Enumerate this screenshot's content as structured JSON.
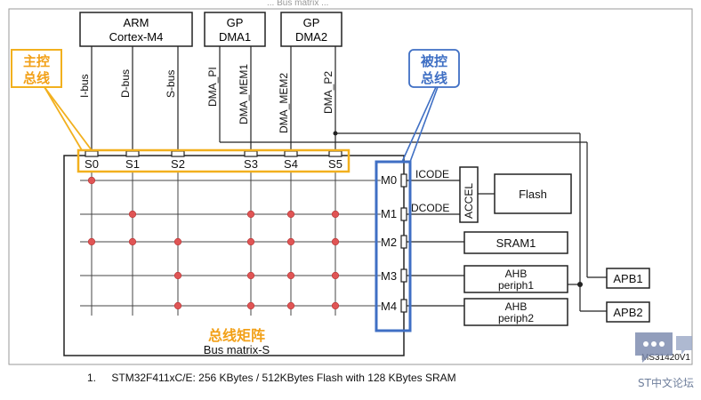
{
  "header_partial": "... Bus matrix ... ",
  "masters": {
    "arm": {
      "line1": "ARM",
      "line2": "Cortex-M4"
    },
    "dma1": {
      "line1": "GP",
      "line2": "DMA1"
    },
    "dma2": {
      "line1": "GP",
      "line2": "DMA2"
    }
  },
  "master_buses": [
    "I-bus",
    "D-bus",
    "S-bus",
    "DMA_PI",
    "DMA_MEM1",
    "DMA_MEM2",
    "DMA_P2"
  ],
  "master_ports": [
    "S0",
    "S1",
    "S2",
    "S3",
    "S4",
    "S5"
  ],
  "slave_ports": [
    "M0",
    "M1",
    "M2",
    "M3",
    "M4"
  ],
  "callout_master": {
    "line1": "主控",
    "line2": "总线"
  },
  "callout_slave": {
    "line1": "被控",
    "line2": "总线"
  },
  "signals": {
    "icode": "ICODE",
    "dcode": "DCODE",
    "accel": "ACCEL"
  },
  "slaves": {
    "flash": "Flash",
    "sram1": "SRAM1",
    "ahb1": {
      "line1": "AHB",
      "line2": "periph1"
    },
    "ahb2": {
      "line1": "AHB",
      "line2": "periph2"
    },
    "apb1": "APB1",
    "apb2": "APB2"
  },
  "matrix_title_cn": "总线矩阵",
  "matrix_title": "Bus matrix-S",
  "figure_code": "MS31420V1",
  "footnote": {
    "number": "1.",
    "text": "STM32F411xC/E: 256 KBytes / 512KBytes Flash with 128 KBytes SRAM"
  },
  "watermark": "ST中文论坛",
  "connections": {
    "M0": [
      "S0"
    ],
    "M1": [
      "S1",
      "S3",
      "S4",
      "S5"
    ],
    "M2": [
      "S0",
      "S1",
      "S2",
      "S3",
      "S4",
      "S5"
    ],
    "M3": [
      "S2",
      "S3",
      "S4",
      "S5"
    ],
    "M4": [
      "S2",
      "S3",
      "S4",
      "S5"
    ]
  },
  "colors": {
    "line": "#222222",
    "dot": "#e05555",
    "master_highlight": "#f2b01e",
    "slave_highlight": "#3f6fc4",
    "callout_master_text": "#f2a017",
    "callout_slave_text": "#3f6fc4",
    "matrix_title_cn": "#f2a017",
    "watermark": "#6f7f9c"
  }
}
